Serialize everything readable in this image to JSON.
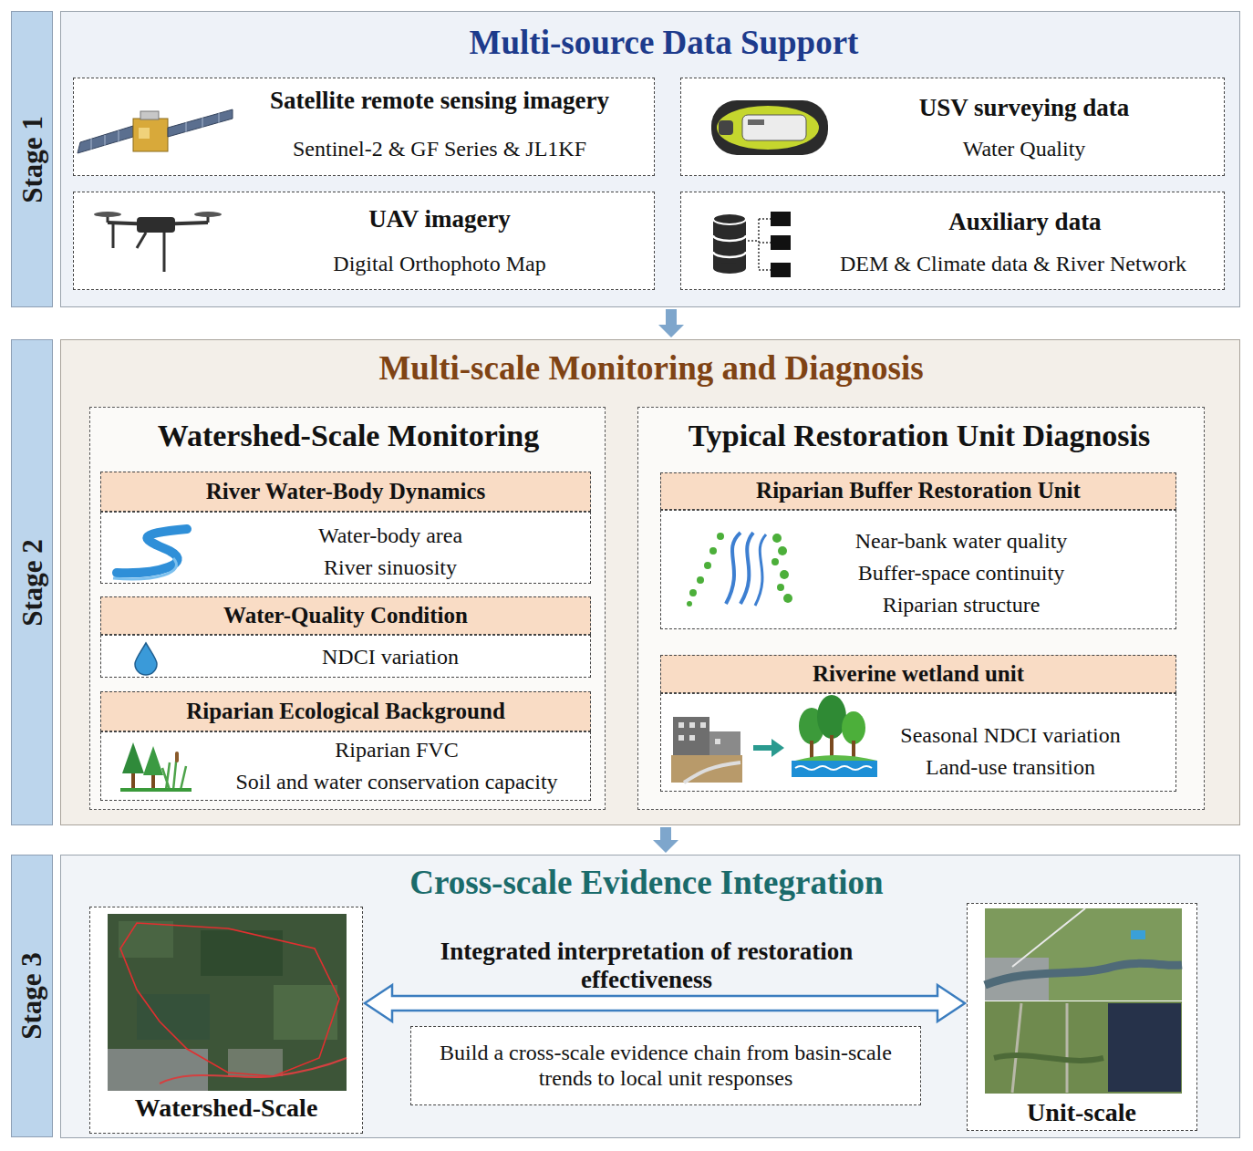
{
  "diagram": {
    "nodes": [
      {
        "text": [
          "Stage 1"
        ]
      },
      {
        "text": [
          "Multi-source Data Support"
        ]
      },
      {
        "text": [
          "Satellite remote sensing imagery",
          "Sentinel-2 & GF Series & JL1KF"
        ],
        "in": 1
      },
      {
        "text": [
          "USV surveying data",
          "Water Quality"
        ],
        "in": 1
      },
      {
        "text": [
          "UAV imagery",
          "Digital Orthophoto Map"
        ],
        "in": 1
      },
      {
        "text": [
          "Auxiliary data",
          "DEM & Climate data & River Network"
        ],
        "in": 1
      },
      {
        "text": [
          "Stage 2"
        ]
      },
      {
        "text": [
          "Multi-scale Monitoring and Diagnosis"
        ]
      },
      {
        "text": [
          "Watershed-Scale Monitoring"
        ],
        "in": 7
      },
      {
        "text": [
          "River Water-Body Dynamics"
        ],
        "in": 8
      },
      {
        "text": [
          "Water-body area",
          "River sinuosity"
        ],
        "in": 8
      },
      {
        "text": [
          "Water-Quality Condition"
        ],
        "in": 8
      },
      {
        "text": [
          "NDCI variation"
        ],
        "in": 8
      },
      {
        "text": [
          "Riparian Ecological Background"
        ],
        "in": 8
      },
      {
        "text": [
          "Riparian FVC",
          "Soil and water conservation capacity"
        ],
        "in": 8
      },
      {
        "text": [
          "Typical Restoration Unit Diagnosis"
        ],
        "in": 7
      },
      {
        "text": [
          "Riparian Buffer Restoration Unit"
        ],
        "in": 15
      },
      {
        "text": [
          "Near-bank water quality",
          "Buffer-space continuity",
          "Riparian structure"
        ],
        "in": 15
      },
      {
        "text": [
          "Riverine wetland unit"
        ],
        "in": 15
      },
      {
        "text": [
          "Seasonal NDCI variation",
          "Land-use transition"
        ],
        "in": 15
      },
      {
        "text": [
          "Stage 3"
        ]
      },
      {
        "text": [
          "Cross-scale Evidence Integration"
        ]
      },
      {
        "text": [
          "Watershed-Scale"
        ],
        "in": 21
      },
      {
        "text": [
          "Build a cross-scale evidence chain from basin-scale trends to local unit responses"
        ],
        "in": 21
      },
      {
        "text": [
          "Unit-scale"
        ],
        "in": 21
      }
    ],
    "edges": [
      {
        "from": 1,
        "to": 7,
        "arrow": "to"
      },
      {
        "from": 7,
        "to": 21,
        "arrow": "to"
      },
      {
        "from": 22,
        "to": 24,
        "arrow": "both",
        "label": "Integrated interpretation of restoration effectiveness"
      }
    ]
  }
}
